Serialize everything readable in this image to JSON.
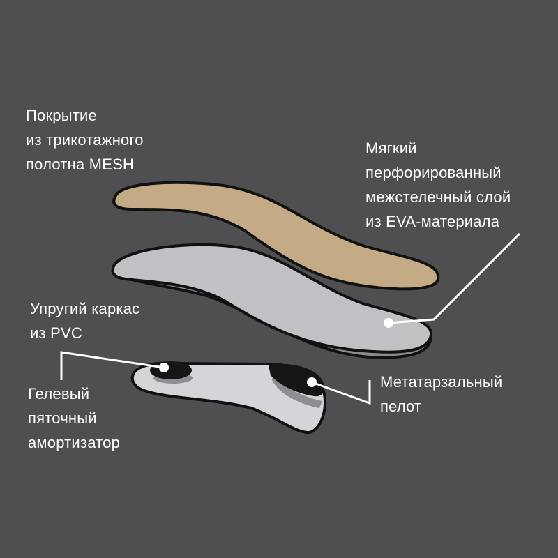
{
  "colors": {
    "background": "#4f4f51",
    "mesh": "#c4ab86",
    "eva": "#c0c1c5",
    "pvc": "#d4d5d8",
    "outline": "#111111",
    "leader": "#ffffff"
  },
  "labels": {
    "mesh": [
      "Покрытие",
      "из трикотажного",
      "полотна MESH"
    ],
    "eva": [
      "Мягкий",
      "перфорированный",
      "межстелечный слой",
      "из EVA-материала"
    ],
    "pvc": [
      "Упругий каркас",
      "из PVC"
    ],
    "heel": [
      "Гелевый",
      "пяточный",
      "амортизатор"
    ],
    "metatarsal": [
      "Метатарзальный",
      "пелот"
    ]
  }
}
